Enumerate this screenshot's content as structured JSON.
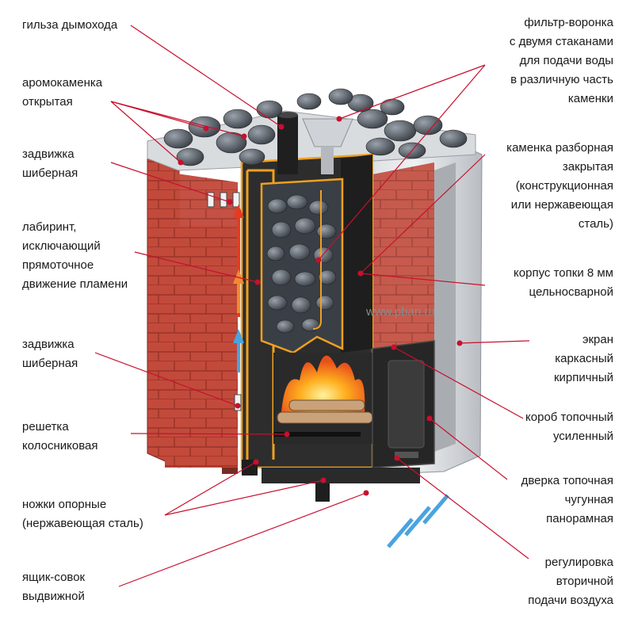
{
  "watermark": "www.pban.ru",
  "colors": {
    "leader": "#c8102e",
    "brick": "#c24a3b",
    "firebox": "#2a2a2a",
    "orange_frame": "#f0a020",
    "steel": "#c9ccd0",
    "stone": "#5f6670",
    "arrow_blue": "#4aa3e0",
    "arrow_red": "#e83a1e"
  },
  "labels_left": [
    {
      "id": "sleeve",
      "text": "гильза дымохода"
    },
    {
      "id": "aroma",
      "text": "аромокаменка\nоткрытая"
    },
    {
      "id": "damper-top",
      "text": "задвижка\nшиберная"
    },
    {
      "id": "labyrinth",
      "text": "лабиринт,\nисключающий\nпрямоточное\nдвижение пламени"
    },
    {
      "id": "damper-bottom",
      "text": "задвижка\nшиберная"
    },
    {
      "id": "grate",
      "text": "решетка\nколосниковая"
    },
    {
      "id": "legs",
      "text": "ножки опорные\n(нержавеющая сталь)"
    },
    {
      "id": "ash-drawer",
      "text": "ящик-совок\nвыдвижной"
    }
  ],
  "labels_right": [
    {
      "id": "filter",
      "text": "фильтр-воронка\nс двумя стаканами\nдля подачи воды\nв различную часть\nкаменки"
    },
    {
      "id": "closed-heater",
      "text": "каменка разборная\nзакрытая\n(конструкционная\nили нержавеющая\nсталь)"
    },
    {
      "id": "firebox-body",
      "text": "корпус топки 8 мм\nцельносварной"
    },
    {
      "id": "screen",
      "text": "экран\nкаркасный\nкирпичный"
    },
    {
      "id": "firebox-box",
      "text": "короб топочный\nусиленный"
    },
    {
      "id": "door",
      "text": "дверка топочная\nчугунная\nпанорамная"
    },
    {
      "id": "air-regulation",
      "text": "регулировка\nвторичной\nподачи воздуха"
    }
  ]
}
